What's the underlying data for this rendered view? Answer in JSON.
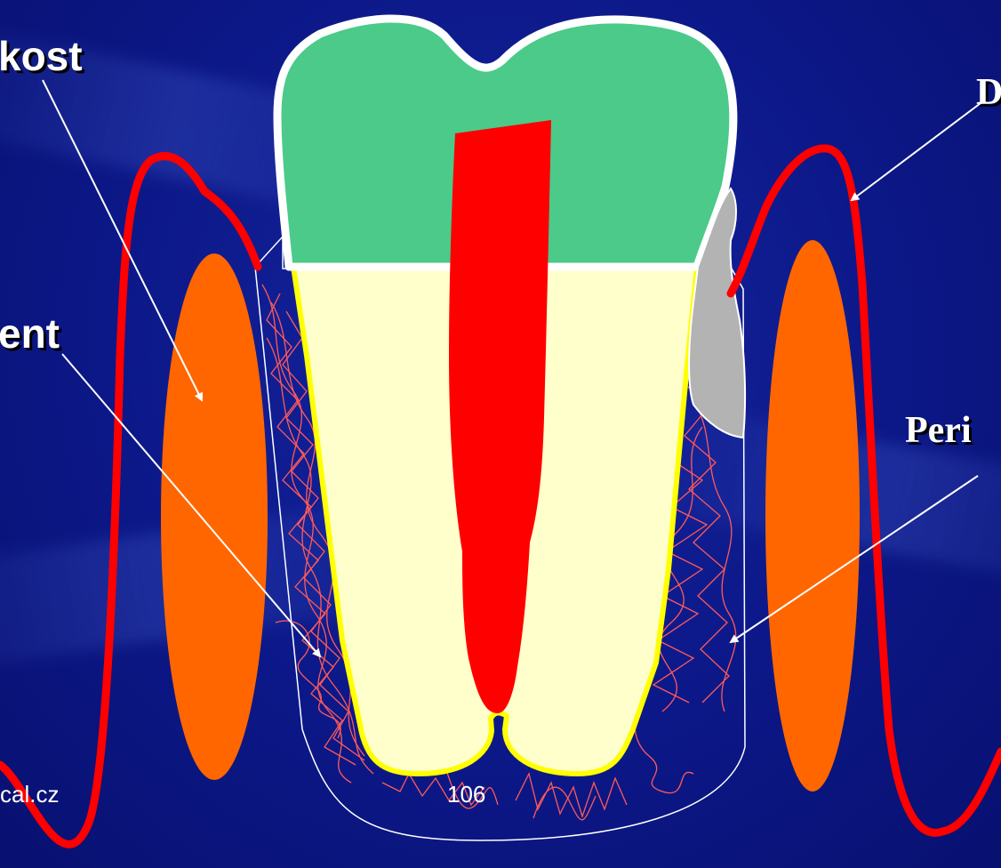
{
  "slide": {
    "label_bone": "kost",
    "label_cement": "ent",
    "label_gingiva": "D",
    "label_periodontium": "Peri",
    "footer_left": "cal.cz",
    "page_number": "106"
  },
  "colors": {
    "background": "#0c1888",
    "enamel_crown": "#4bca8a",
    "pulp": "#ff0000",
    "dentin_root": "#ffffcc",
    "cementum_outline": "#ffff00",
    "alveolar_bone": "#ff6600",
    "gingiva_line": "#ff0000",
    "calculus": "#b3b3b3",
    "periodontal_fibers": "#ff5a5a",
    "arrows": "#ffffff"
  }
}
